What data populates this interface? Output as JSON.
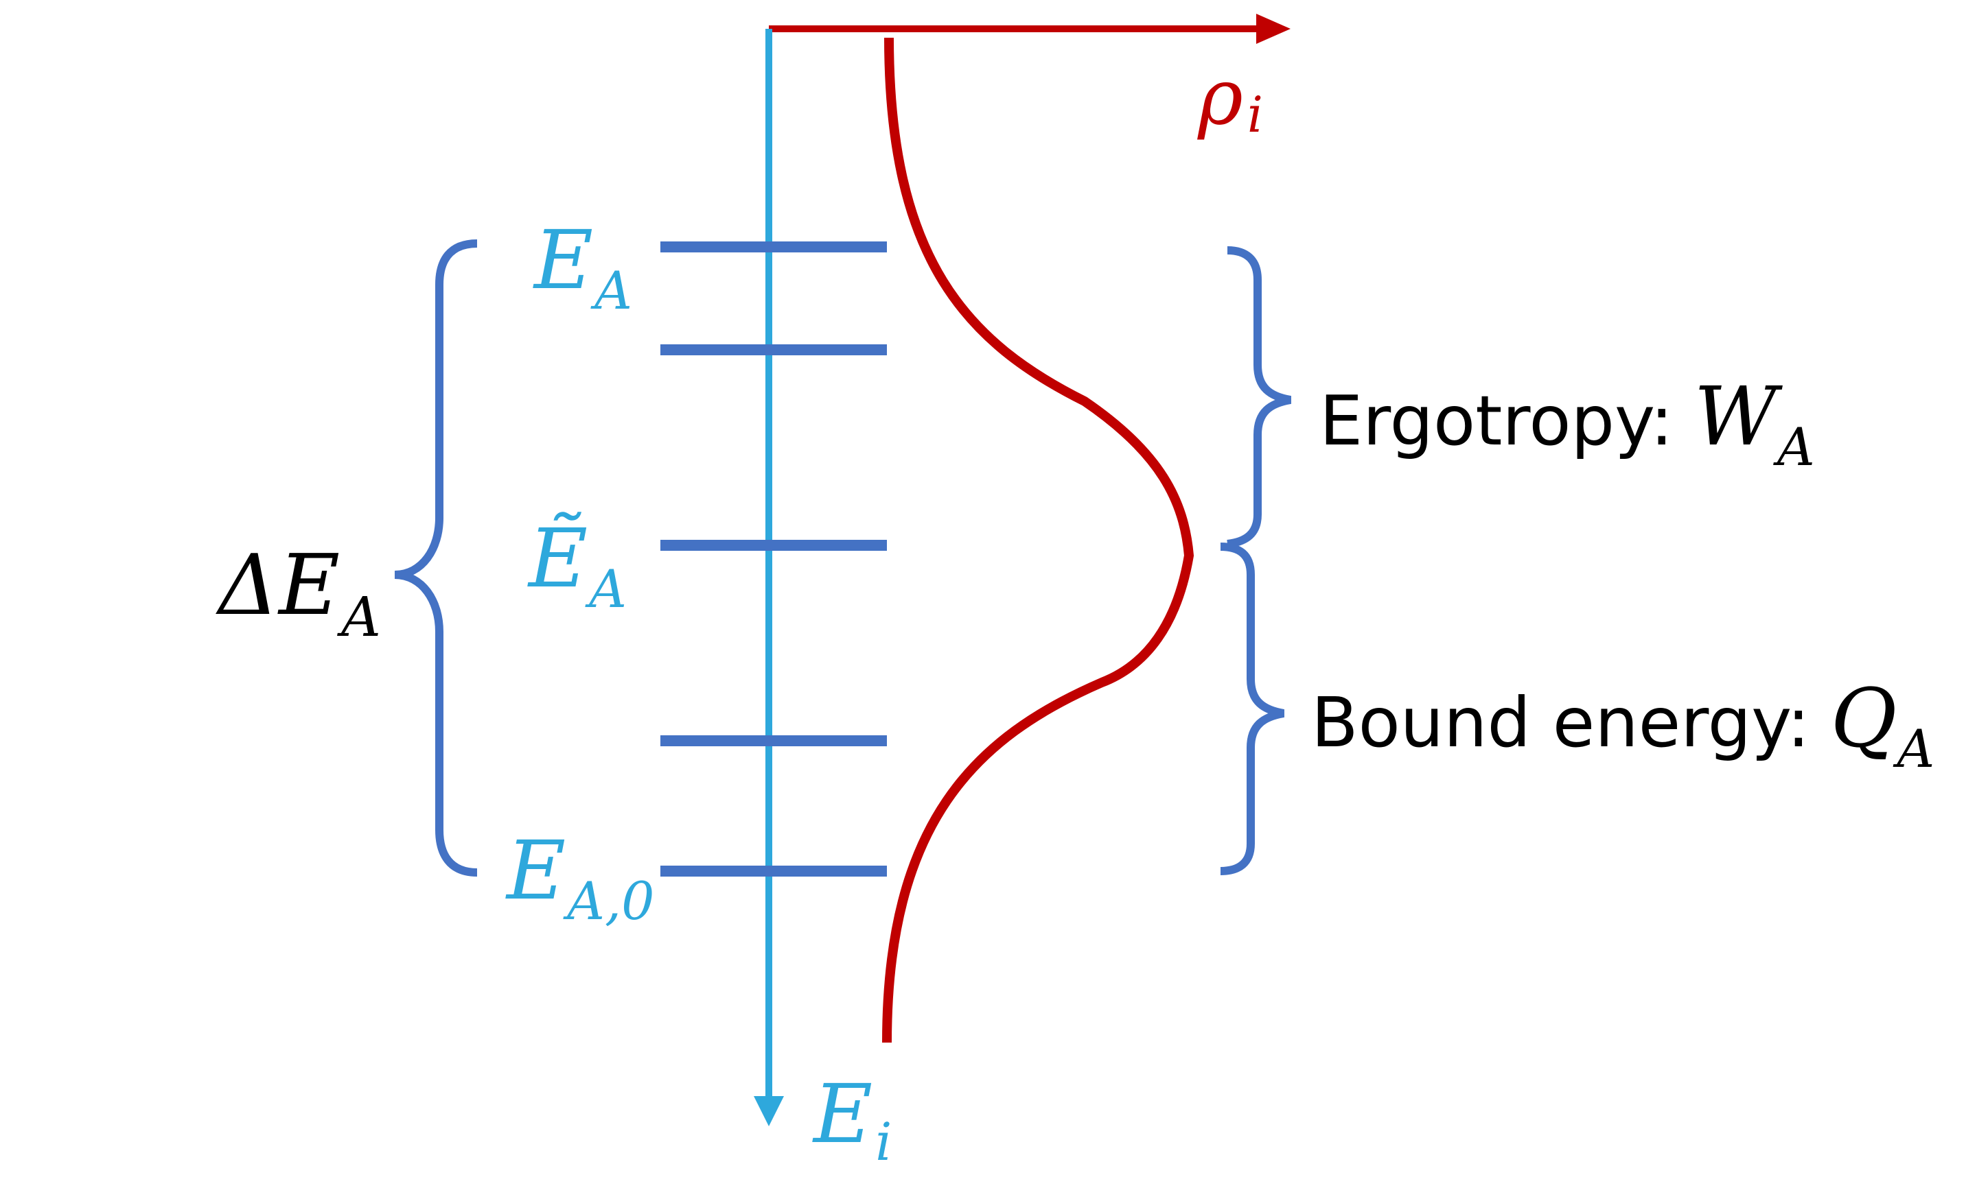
{
  "colors": {
    "energy_axis": "#2ea8dc",
    "population_axis": "#c00000",
    "levels": "#4472c4",
    "brace": "#4472c4",
    "text_dark": "#000000",
    "label_cyan": "#2ea8dc",
    "label_red": "#c00000"
  },
  "labels": {
    "rho_base": "ρ",
    "rho_sub": "i",
    "ei_base": "E",
    "ei_sub": "i",
    "ea_base": "E",
    "ea_sub": "A",
    "ea_tilde_base": "Ẽ",
    "ea_tilde_sub": "A",
    "ea0_base": "E",
    "ea0_sub": "A,0",
    "delta_base": "ΔE",
    "delta_sub": "A",
    "ergotropy_text": "Ergotropy:",
    "ergotropy_sym": "W",
    "ergotropy_sub": "A",
    "bound_text": "Bound energy:",
    "bound_sym": "Q",
    "bound_sub": "A"
  }
}
